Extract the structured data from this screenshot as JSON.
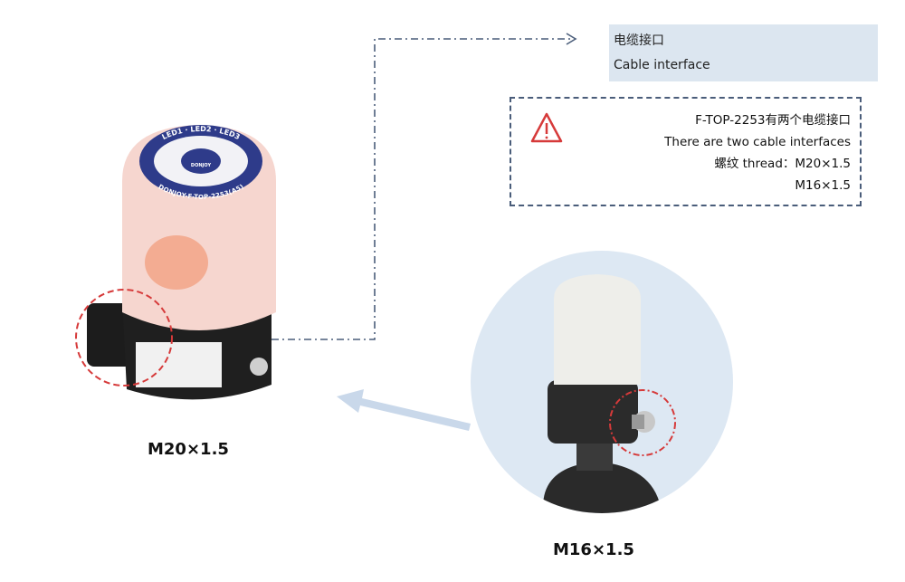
{
  "callout": {
    "title_cn": "电缆接口",
    "title_en": "Cable interface"
  },
  "note": {
    "icon": "warning-triangle-icon",
    "line1": "F-TOP-2253有两个电缆接口",
    "line2": "There are two cable interfaces",
    "line3": "螺纹  thread：M20×1.5",
    "line4": "M16×1.5"
  },
  "captions": {
    "left": "M20×1.5",
    "right": "M16×1.5"
  },
  "product_logo_text": {
    "leds": "LED1 · LED2 · LED3",
    "model": "DONJOY-F-TOP-2253(A5)",
    "brand": "DONJOY"
  },
  "colors": {
    "accent_red": "#d63a3a",
    "line_blue": "#4a5d7a",
    "label_bg": "#dce6f0",
    "circle_bg": "#dde8f3"
  }
}
